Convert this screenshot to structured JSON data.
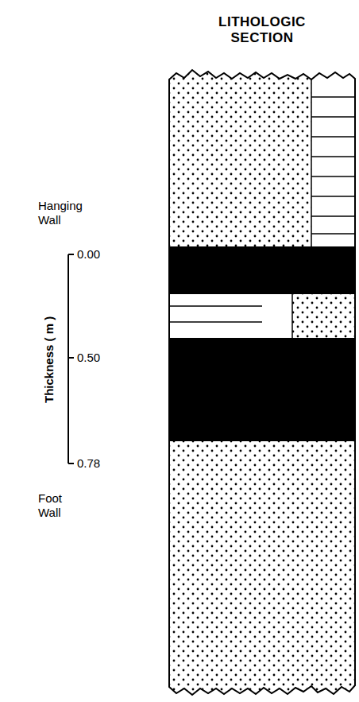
{
  "diagram": {
    "title": "LITHOLOGIC SECTION",
    "labels": [
      "Hanging Wall",
      "0.00",
      "0.50",
      "0.78",
      "Thickness ( m )",
      "Foot Wall"
    ]
  }
}
